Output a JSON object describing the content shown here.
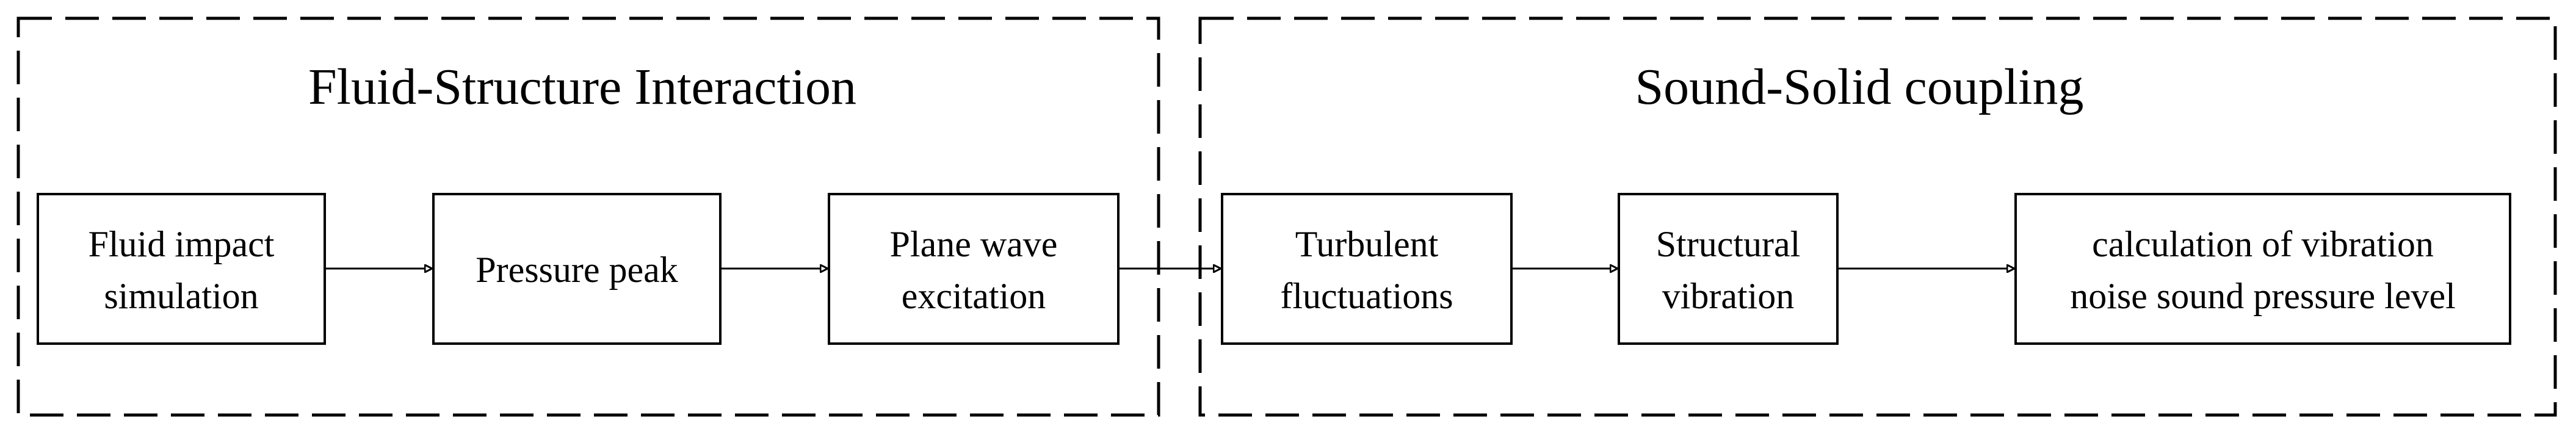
{
  "groups": [
    {
      "title": "Fluid-Structure Interaction"
    },
    {
      "title": "Sound-Solid coupling"
    }
  ],
  "nodes": [
    {
      "lines": [
        "Fluid impact",
        "simulation"
      ]
    },
    {
      "lines": [
        "Pressure peak"
      ]
    },
    {
      "lines": [
        "Plane wave",
        "excitation"
      ]
    },
    {
      "lines": [
        "Turbulent",
        "fluctuations"
      ]
    },
    {
      "lines": [
        "Structural",
        "vibration"
      ]
    },
    {
      "lines": [
        "calculation of vibration",
        "noise sound pressure level"
      ]
    }
  ]
}
